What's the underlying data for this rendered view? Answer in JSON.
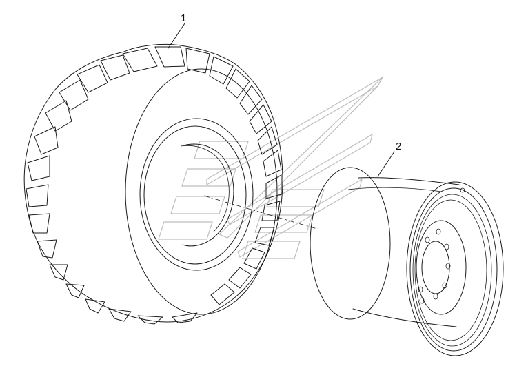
{
  "diagram": {
    "parts": [
      {
        "id": "tire",
        "callout": "1"
      },
      {
        "id": "rim",
        "callout": "2"
      }
    ],
    "colors": {
      "line": "#1a1a1a",
      "watermark": "#bdbdbd",
      "background": "#ffffff"
    }
  }
}
